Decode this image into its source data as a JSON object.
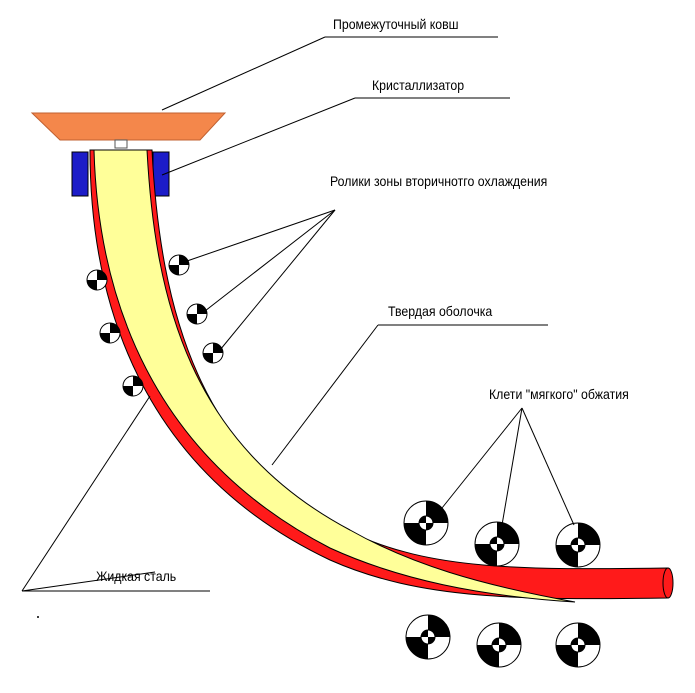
{
  "labels": {
    "tundish": "Промежуточный ковш",
    "mold": "Кристаллизатор",
    "secondary_cooling_rolls": "Ролики зоны вторичнотго охлаждения",
    "solid_shell": "Твердая оболочка",
    "soft_reduction_stands": "Клети \"мягкого\" обжатия",
    "liquid_steel": "Жидкая сталь"
  },
  "colors": {
    "tundish": "#f4874b",
    "mold": "#1c1cc8",
    "shell": "#ff1a1a",
    "liquid": "#ffff99",
    "roller_dark": "#000000",
    "roller_light": "#ffffff",
    "lines": "#000000"
  },
  "icons": {
    "roller": "segmented-roller-icon"
  }
}
